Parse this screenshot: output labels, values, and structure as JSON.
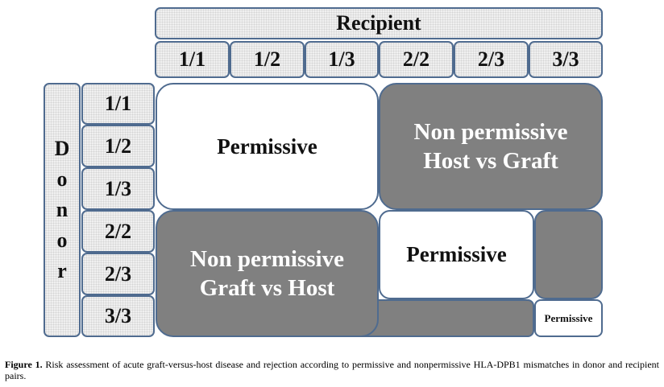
{
  "diagram": {
    "recipient_label": "Recipient",
    "donor_letters": [
      "D",
      "o",
      "n",
      "o",
      "r"
    ],
    "genotypes": [
      "1/1",
      "1/2",
      "1/3",
      "2/2",
      "2/3",
      "3/3"
    ],
    "regions": {
      "top_left": "Permissive",
      "top_right_line1": "Non permissive",
      "top_right_line2": "Host vs Graft",
      "bottom_left_line1": "Non permissive",
      "bottom_left_line2": "Graft vs Host",
      "middle": "Permissive",
      "corner": "Permissive"
    },
    "colors": {
      "border": "#4f6b8f",
      "nonpermissive": "#808080",
      "permissive": "#ffffff",
      "header": "#f0f0f0"
    }
  },
  "caption": {
    "label": "Figure 1.",
    "text": " Risk assessment of acute graft-versus-host disease and rejection according to permissive and nonpermissive HLA-DPB1 mismatches in donor and recipient pairs."
  }
}
